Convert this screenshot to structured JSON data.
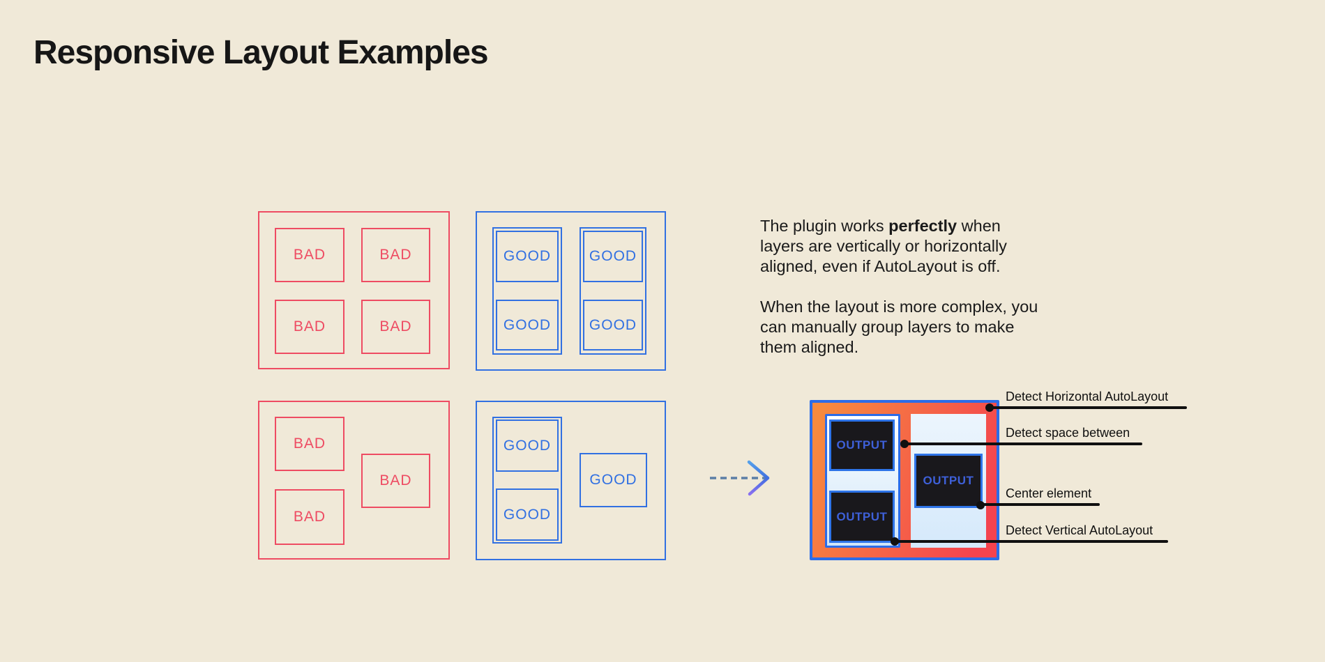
{
  "title": "Responsive Layout Examples",
  "labels": {
    "bad": "BAD",
    "good": "GOOD",
    "output": "OUTPUT"
  },
  "description": {
    "p1_line1_pre": "The plugin works ",
    "p1_line1_bold": "perfectly",
    "p1_line1_post": " when",
    "p1_line2": "layers are vertically or horizontally",
    "p1_line3": "aligned, even if AutoLayout is off.",
    "p2_line1": "When the layout is more complex, you",
    "p2_line2": "can manually group layers to make",
    "p2_line3": "them aligned."
  },
  "annotations": [
    {
      "label": "Detect Horizontal AutoLayout"
    },
    {
      "label": "Detect space between"
    },
    {
      "label": "Center element"
    },
    {
      "label": "Detect Vertical AutoLayout"
    }
  ],
  "icons": {
    "arrow": "transform-arrow-icon"
  },
  "colors": {
    "background": "#f0e9d8",
    "bad_red": "#ee4b62",
    "good_blue": "#3170e2",
    "result_orange": "#f68a3e",
    "result_pink": "#f4434f",
    "result_border_blue": "#2b6ce8",
    "panel_light_blue": "#d5e9fb",
    "output_dark": "#19181c",
    "output_text_blue": "#3e60d8",
    "annotation_black": "#101010",
    "text_black": "#1a1a1a"
  }
}
